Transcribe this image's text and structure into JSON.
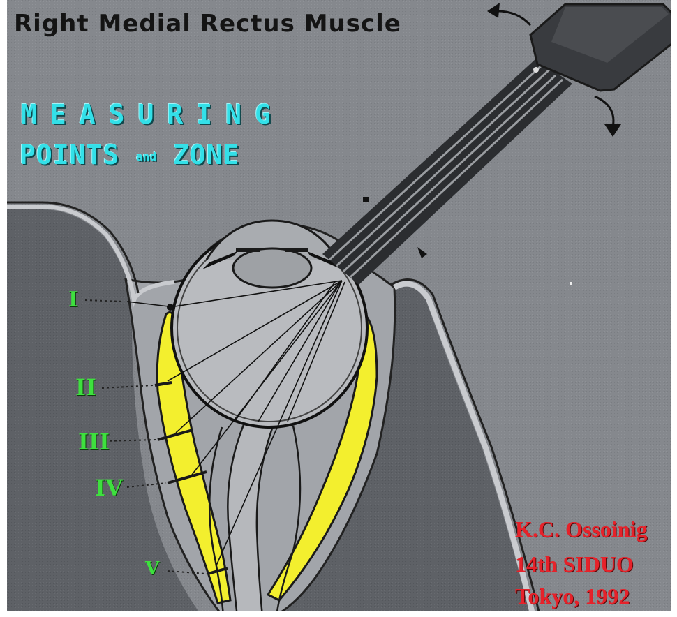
{
  "title": "Right Medial Rectus Muscle",
  "heading": {
    "line1": "MEASURING",
    "line2_points": "POINTS",
    "line2_and": "and",
    "line2_zone": "ZONE"
  },
  "measuring_points": [
    "I",
    "II",
    "III",
    "IV",
    "V"
  ],
  "credit": {
    "line1": "K.C. Ossoinig",
    "line2": "14th SIDUO",
    "line3": "Tokyo, 1992"
  },
  "colors": {
    "background": "#7f8287",
    "orbit_wall": "#5a5d62",
    "muscle": "#f3ef2e",
    "heading": "#33e0e8",
    "points": "#3ee03e",
    "credit": "#e6222a"
  },
  "icons": [
    "probe",
    "rotation-arrow",
    "sound-beams"
  ]
}
